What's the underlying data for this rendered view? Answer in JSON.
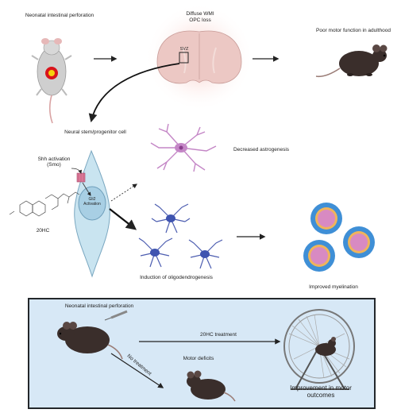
{
  "labels": {
    "perforation_top": "Neonatal intestinal perforation",
    "wmi_line1": "Diffuse WMI",
    "wmi_line2": "OPC loss",
    "svz": "SVZ",
    "poor_motor": "Poor motor function in adulthood",
    "neural_stem": "Neural stem/progenitor cell",
    "shh": "Shh activation (Smo)",
    "hc": "20HC",
    "gli": "Gli2 Activation",
    "decreased_astro": "Decreased astrogenesis",
    "oligo": "Induction of oligodendrogenesis",
    "myelination": "Improved myelination",
    "perforation_bottom": "Neonatal intestinal perforation",
    "treatment": "20HC treatment",
    "no_treatment": "No treatment",
    "motor_deficits": "Motor deficits",
    "improvement": "Improvement in motor outcomes"
  },
  "colors": {
    "box_bg": "#d7e8f6",
    "box_border": "#23272b",
    "brain": "#e9c7c3",
    "astro": "#c486c6",
    "oligo": "#4c5db0",
    "myelin_outer": "#3f8fd6",
    "myelin_inner": "#d88ac2",
    "cell": "#b9dbea"
  },
  "icons": [
    "mouse-icon",
    "brain-icon",
    "astrocyte-icon",
    "oligodendrocyte-icon",
    "myelin-icon",
    "wheel-icon",
    "molecule-icon",
    "syringe-icon"
  ]
}
